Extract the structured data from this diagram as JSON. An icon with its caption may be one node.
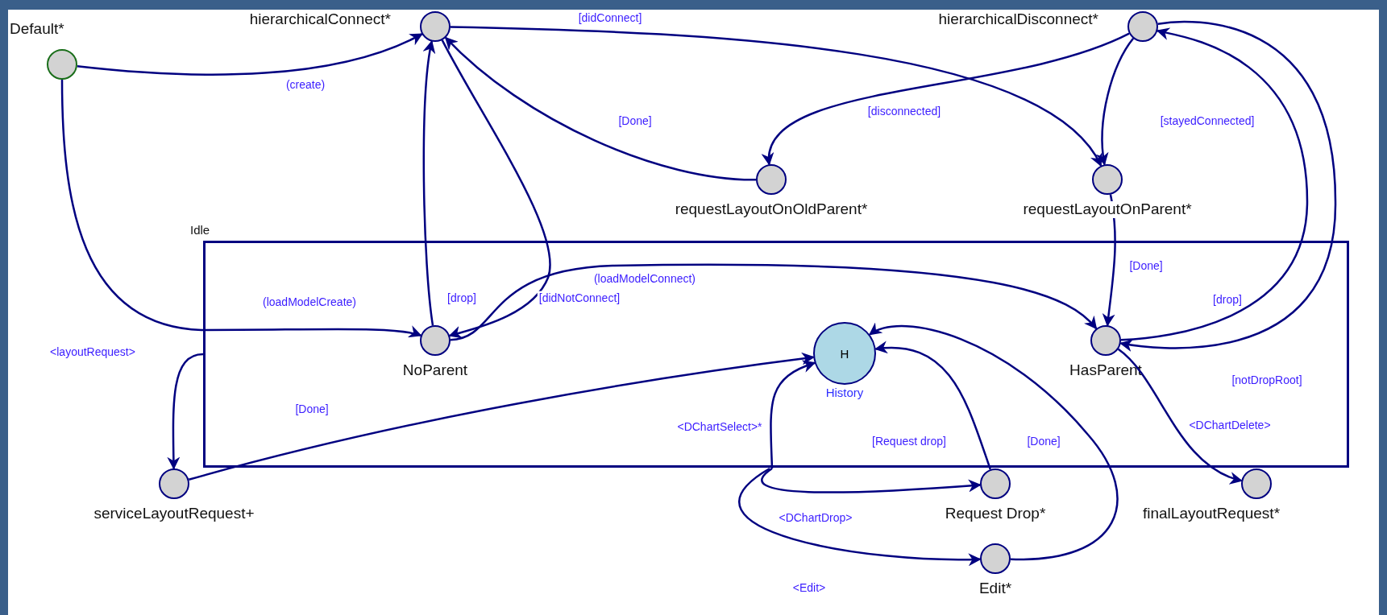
{
  "diagram": {
    "nodes": [
      {
        "text": [
          "Default*"
        ]
      },
      {
        "text": [
          "hierarchicalConnect*"
        ]
      },
      {
        "text": [
          "hierarchicalDisconnect*"
        ]
      },
      {
        "text": [
          "requestLayoutOnOldParent*"
        ]
      },
      {
        "text": [
          "requestLayoutOnParent*"
        ]
      },
      {
        "text": [
          "Idle"
        ]
      },
      {
        "text": [
          "NoParent"
        ],
        "in": 5
      },
      {
        "text": [
          "H"
        ],
        "beside": [
          "History"
        ],
        "in": 5
      },
      {
        "text": [
          "HasParent"
        ],
        "in": 5
      },
      {
        "text": [
          "serviceLayoutRequest+"
        ]
      },
      {
        "text": [
          "Request Drop*"
        ]
      },
      {
        "text": [
          "Edit*"
        ]
      },
      {
        "text": [
          "finalLayoutRequest*"
        ]
      }
    ],
    "edges": [
      {
        "from": 0,
        "to": 1,
        "arrow": "to",
        "label": "(create)"
      },
      {
        "from": 0,
        "to": 6,
        "arrow": "to",
        "label": "(loadModelCreate)"
      },
      {
        "from": 6,
        "to": 1,
        "arrow": "to",
        "label": "[drop]"
      },
      {
        "from": 1,
        "to": 6,
        "arrow": "to",
        "label": "[didNotConnect]"
      },
      {
        "from": 3,
        "to": 1,
        "arrow": "to",
        "label": "[Done]"
      },
      {
        "from": 1,
        "to": 4,
        "arrow": "to",
        "label": "[didConnect]"
      },
      {
        "from": 2,
        "to": 3,
        "arrow": "to",
        "label": "[disconnected]"
      },
      {
        "from": 2,
        "to": 4,
        "arrow": "to",
        "label": "[stayedConnected]"
      },
      {
        "from": 4,
        "to": 8,
        "arrow": "to",
        "label": "[Done]"
      },
      {
        "from": 6,
        "to": 8,
        "arrow": "to",
        "label": "(loadModelConnect)"
      },
      {
        "from": 8,
        "to": 2,
        "arrow": "to",
        "label": "[drop]"
      },
      {
        "from": 2,
        "to": 8,
        "arrow": "to",
        "label": "[notDropRoot]"
      },
      {
        "from": 8,
        "to": 12,
        "arrow": "to",
        "label": "<DChartDelete>"
      },
      {
        "from": 5,
        "to": 9,
        "arrow": "to",
        "label": "<layoutRequest>"
      },
      {
        "from": 9,
        "to": 7,
        "arrow": "to",
        "label": "[Done]"
      },
      {
        "from": 5,
        "to": 7,
        "arrow": "to",
        "label": "<DChartSelect>*"
      },
      {
        "from": 5,
        "to": 10,
        "arrow": "to",
        "label": "<DChartDrop>"
      },
      {
        "from": 5,
        "to": 11,
        "arrow": "to",
        "label": "<Edit>"
      },
      {
        "from": 10,
        "to": 7,
        "arrow": "to",
        "label": "[Request drop]"
      },
      {
        "from": 11,
        "to": 7,
        "arrow": "to",
        "label": "[Done]"
      }
    ]
  }
}
